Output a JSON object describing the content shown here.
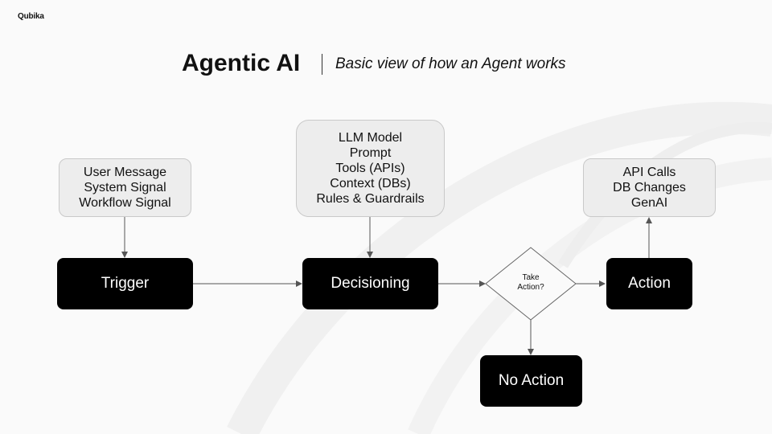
{
  "header": {
    "logo": "Qubika",
    "title": "Agentic AI",
    "subtitle": "Basic view of how an Agent works"
  },
  "inputs_box": {
    "lines": [
      "User Message",
      "System Signal",
      "Workflow Signal"
    ]
  },
  "model_box": {
    "lines": [
      "LLM Model",
      "Prompt",
      "Tools (APIs)",
      "Context (DBs)",
      "Rules & Guardrails"
    ]
  },
  "outputs_box": {
    "lines": [
      "API Calls",
      "DB Changes",
      "GenAI"
    ]
  },
  "nodes": {
    "trigger": "Trigger",
    "decisioning": "Decisioning",
    "action": "Action",
    "no_action": "No Action"
  },
  "decision": {
    "lines": [
      "Take",
      "Action?"
    ]
  },
  "colors": {
    "background": "#fafafa",
    "node_fill": "#000000",
    "node_text": "#ffffff",
    "info_box_fill": "#ededed",
    "info_box_border": "#c9c9c9",
    "connector": "#555555"
  }
}
